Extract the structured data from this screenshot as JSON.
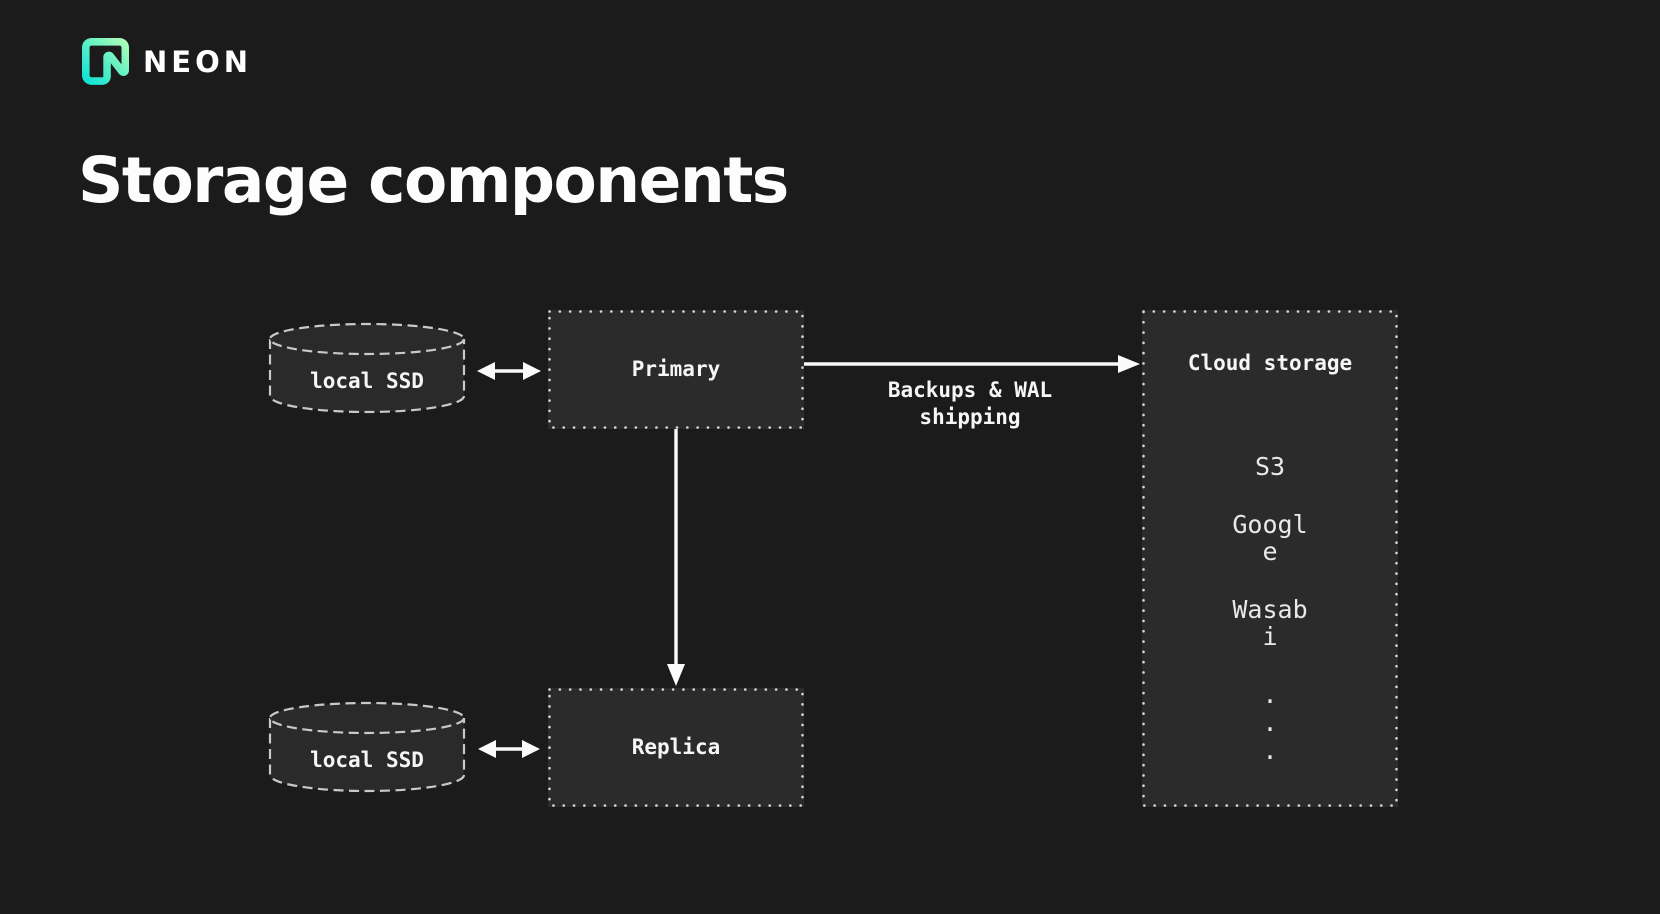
{
  "brand": {
    "wordmark": "NEON",
    "logo_gradient_start": "#00e0d9",
    "logo_gradient_end": "#b9ffb3"
  },
  "title": "Storage components",
  "colors": {
    "background": "#1b1b1b",
    "node_fill": "#2b2b2b",
    "node_border": "#d6d6d6",
    "cylinder_border": "#c9c9c9",
    "text": "#f5f5f5",
    "arrow": "#fafafa"
  },
  "diagram": {
    "local_ssd_top": {
      "label": "local SSD"
    },
    "local_ssd_bottom": {
      "label": "local SSD"
    },
    "primary": {
      "label": "Primary"
    },
    "replica": {
      "label": "Replica"
    },
    "cloud": {
      "label": "Cloud storage",
      "items": [
        "S3",
        "Google",
        "Wasabi"
      ],
      "ellipsis": [
        ".",
        ".",
        "."
      ]
    },
    "edges": {
      "primary_to_cloud_label": "Backups & WAL shipping"
    }
  }
}
